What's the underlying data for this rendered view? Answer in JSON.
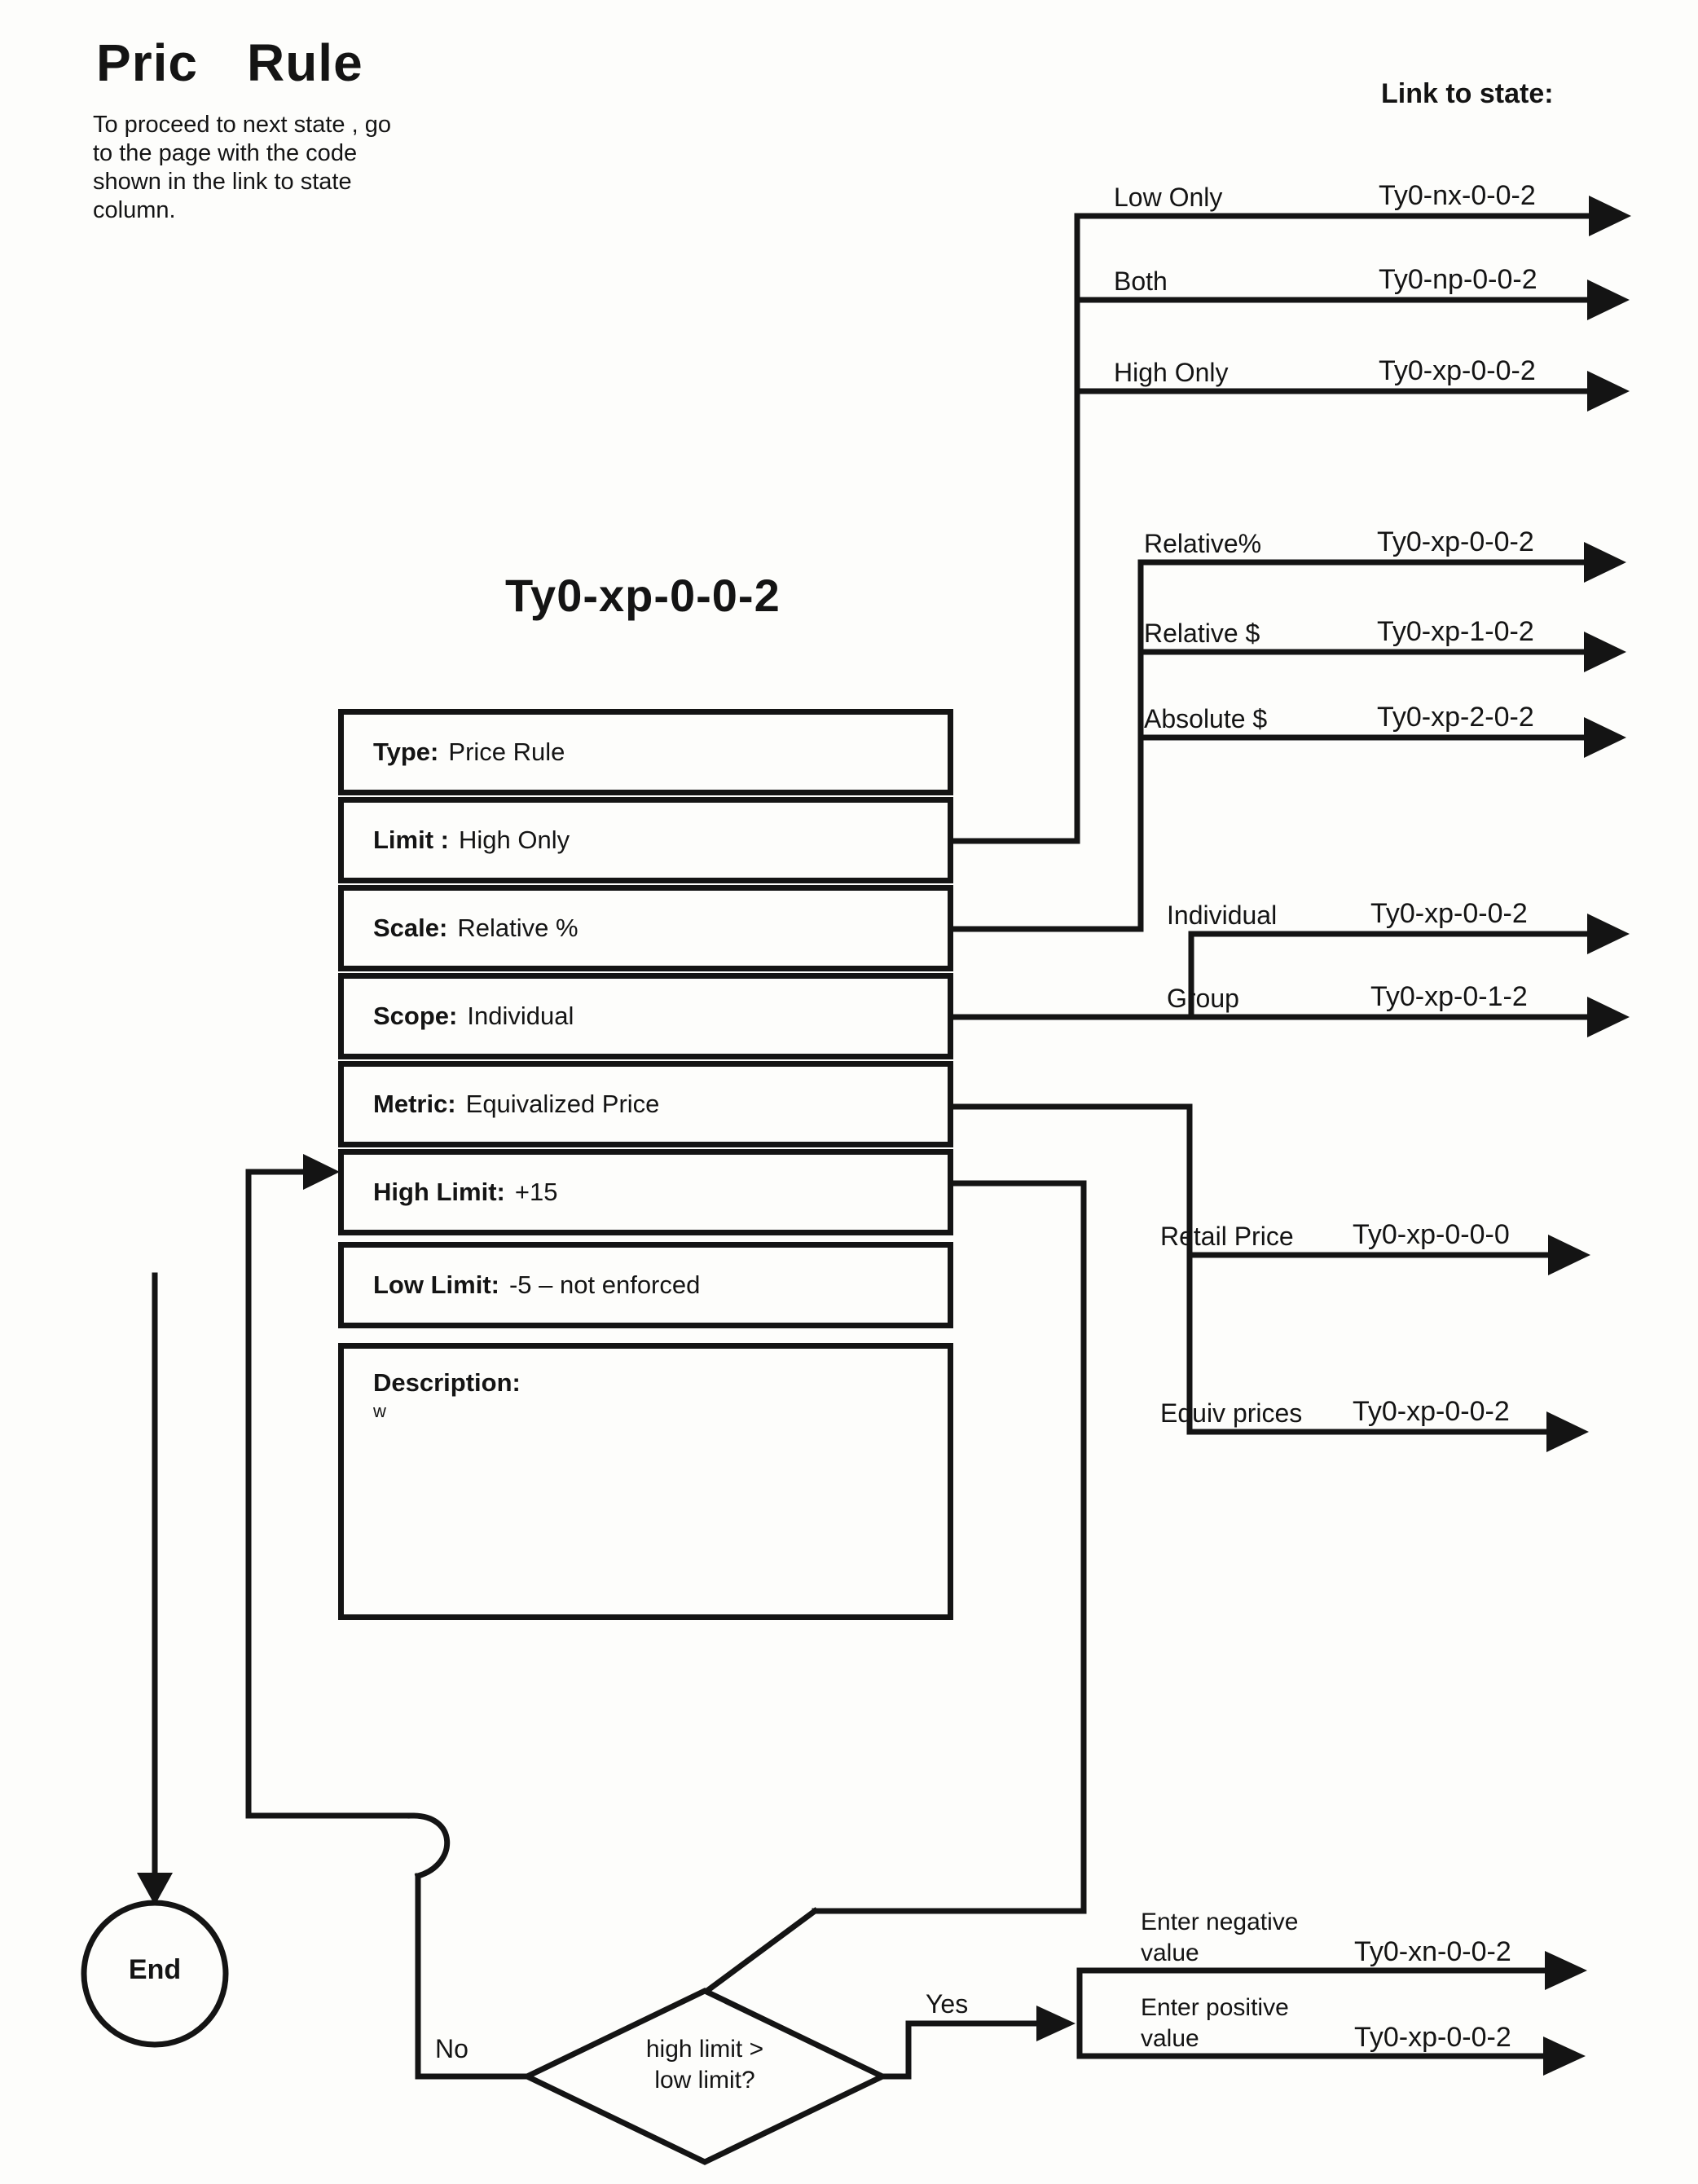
{
  "page": {
    "title_word1": "Pric",
    "title_word2": "Rule",
    "intro": "To proceed to next state , go\nto the page with the code\nshown in the link to state\ncolumn.",
    "link_column_header": "Link to state:",
    "state_heading": "Ty0-xp-0-0-2"
  },
  "fields": [
    {
      "label": "Type:",
      "value": "Price Rule"
    },
    {
      "label": "Limit :",
      "value": "High Only"
    },
    {
      "label": "Scale:",
      "value": "Relative %"
    },
    {
      "label": "Scope:",
      "value": "Individual"
    },
    {
      "label": "Metric:",
      "value": "Equivalized Price"
    },
    {
      "label": "High Limit:",
      "value": "+15"
    },
    {
      "label": "Low Limit:",
      "value": "-5 – not enforced"
    },
    {
      "label": "Description:",
      "value": "w"
    }
  ],
  "branches": {
    "limit": [
      {
        "label": "Low Only",
        "code": "Ty0-nx-0-0-2"
      },
      {
        "label": "Both",
        "code": "Ty0-np-0-0-2"
      },
      {
        "label": "High Only",
        "code": "Ty0-xp-0-0-2"
      }
    ],
    "scale": [
      {
        "label": "Relative%",
        "code": "Ty0-xp-0-0-2"
      },
      {
        "label": "Relative $",
        "code": "Ty0-xp-1-0-2"
      },
      {
        "label": "Absolute $",
        "code": "Ty0-xp-2-0-2"
      }
    ],
    "scope": [
      {
        "label": "Individual",
        "code": "Ty0-xp-0-0-2"
      },
      {
        "label": "Group",
        "code": "Ty0-xp-0-1-2"
      }
    ],
    "metric": [
      {
        "label": "Retail Price",
        "code": "Ty0-xp-0-0-0"
      },
      {
        "label": "Equiv prices",
        "code": "Ty0-xp-0-0-2"
      }
    ],
    "decision_yes": [
      {
        "label": "Enter negative value",
        "code": "Ty0-xn-0-0-2"
      },
      {
        "label": "Enter positive value",
        "code": "Ty0-xp-0-0-2"
      }
    ]
  },
  "decision": {
    "question": "high limit >\nlow limit?",
    "yes_label": "Yes",
    "no_label": "No"
  },
  "end_label": "End"
}
